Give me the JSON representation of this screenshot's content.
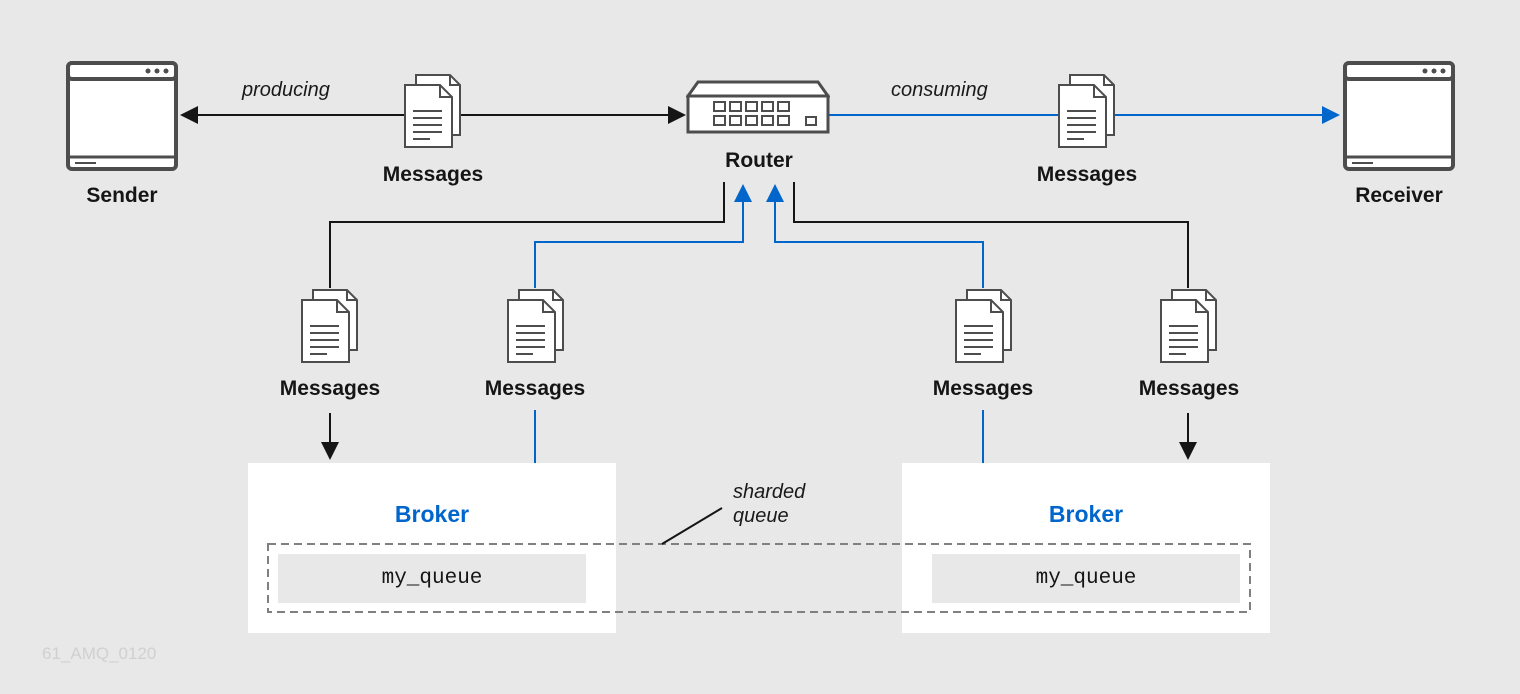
{
  "nodes": {
    "sender": {
      "label": "Sender",
      "icon": "application-window-icon"
    },
    "router": {
      "label": "Router",
      "icon": "network-router-icon"
    },
    "receiver": {
      "label": "Receiver",
      "icon": "application-window-icon"
    }
  },
  "edges": {
    "producing": "producing",
    "consuming": "consuming"
  },
  "messages_label": "Messages",
  "message_icon": "documents-icon",
  "brokers": [
    {
      "title": "Broker",
      "queue": "my_queue"
    },
    {
      "title": "Broker",
      "queue": "my_queue"
    }
  ],
  "sharded_queue": {
    "line1": "sharded",
    "line2": "queue"
  },
  "watermark": "61_AMQ_0120",
  "colors": {
    "blue": "#0066cc",
    "dark": "#151515",
    "background": "#e8e8e8"
  }
}
